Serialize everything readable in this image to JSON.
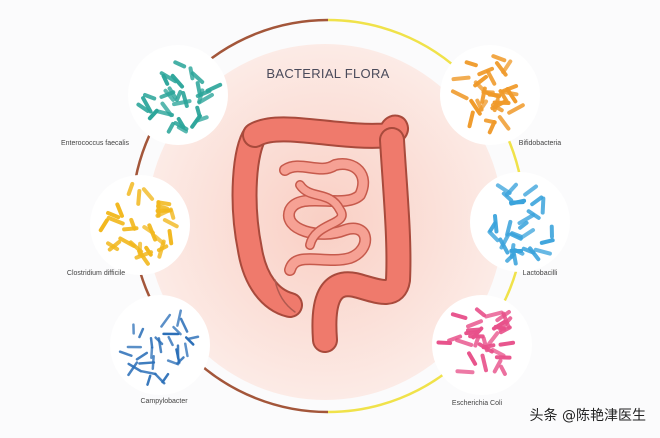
{
  "title": "BACTERIAL FLORA",
  "bacteria": [
    {
      "name": "Enterococcus faecalis",
      "color": "#2ba59a"
    },
    {
      "name": "Clostridium difficile",
      "color": "#f2b81e"
    },
    {
      "name": "Campylobacter",
      "color": "#2b6fb8"
    },
    {
      "name": "Bifidobacteria",
      "color": "#f09a2a"
    },
    {
      "name": "Lactobacilli",
      "color": "#3aa3dc"
    },
    {
      "name": "Escherichia Coli",
      "color": "#e8508a"
    }
  ],
  "watermark": "头条 @陈艳津医生",
  "colors": {
    "ring_left": "#a3563a",
    "ring_right": "#f0e24a",
    "disc": "#fbe1da",
    "intestine": "#ef7a6c"
  }
}
